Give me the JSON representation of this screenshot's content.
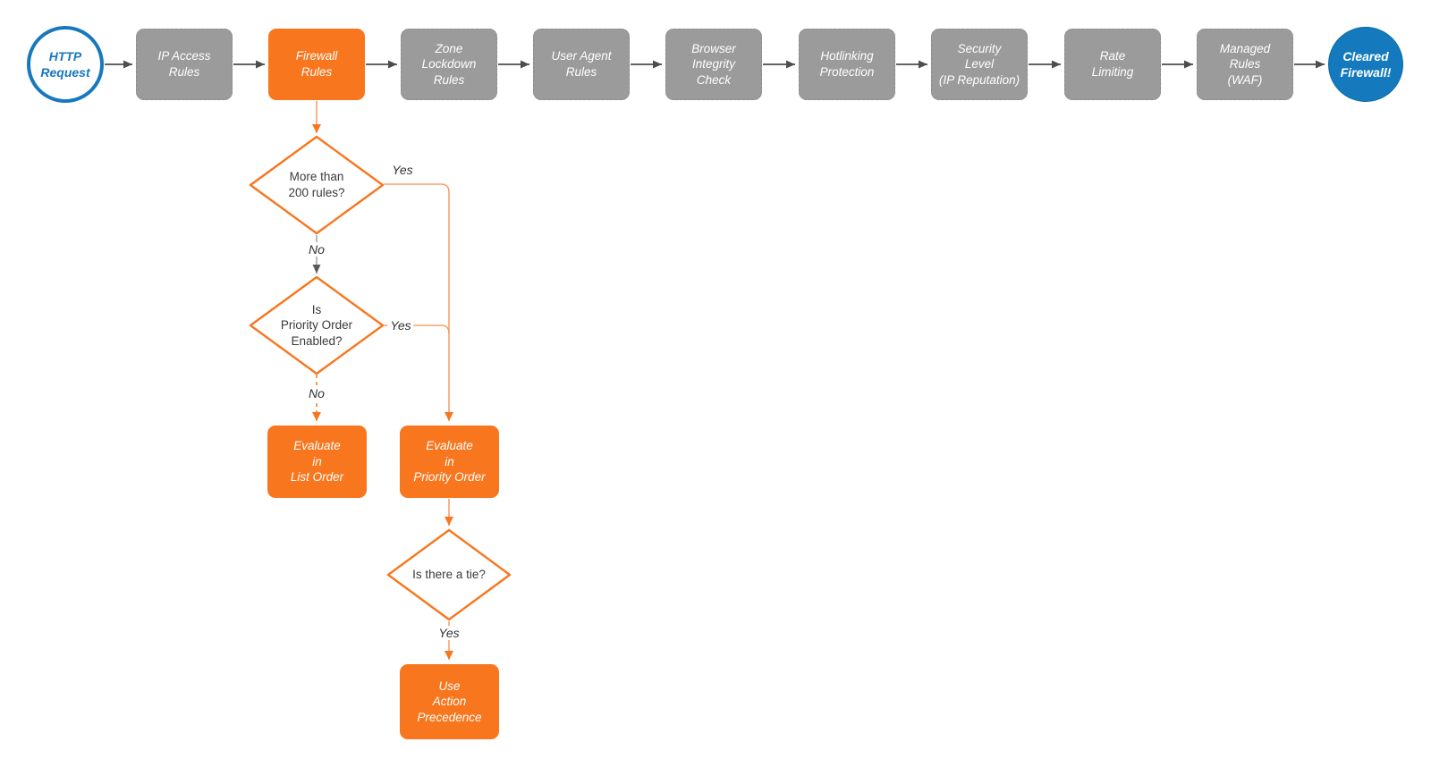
{
  "diagram": {
    "kind": "flowchart",
    "colors": {
      "orange": "#f8761e",
      "gray_fill": "#9b9b9b",
      "blue": "#147abd",
      "blue_border": "#1878be",
      "dark_line": "#4d4d4d",
      "diamond_text": "#3b3b3b"
    },
    "nodes": {
      "http_request": "HTTP\nRequest",
      "ip_access_rules": "IP Access\nRules",
      "firewall_rules": "Firewall\nRules",
      "zone_lockdown_rules": "Zone\nLockdown\nRules",
      "user_agent_rules": "User Agent\nRules",
      "browser_integrity_check": "Browser\nIntegrity\nCheck",
      "hotlinking_protection": "Hotlinking\nProtection",
      "security_level": "Security\nLevel\n(IP Reputation)",
      "rate_limiting": "Rate\nLimiting",
      "managed_rules_waf": "Managed\nRules\n(WAF)",
      "cleared_firewall": "Cleared\nFirewall!",
      "more_than_200_rules": "More than\n200 rules?",
      "is_priority_order_enabled": "Is\nPriority Order\nEnabled?",
      "evaluate_in_list_order": "Evaluate\nin\nList Order",
      "evaluate_in_priority_order": "Evaluate\nin\nPriority Order",
      "is_there_a_tie": "Is there a tie?",
      "use_action_precedence": "Use\nAction\nPrecedence"
    },
    "edge_labels": {
      "d1_yes": "Yes",
      "d1_no": "No",
      "d2_yes": "Yes",
      "d2_no": "No",
      "tie_yes": "Yes"
    }
  }
}
